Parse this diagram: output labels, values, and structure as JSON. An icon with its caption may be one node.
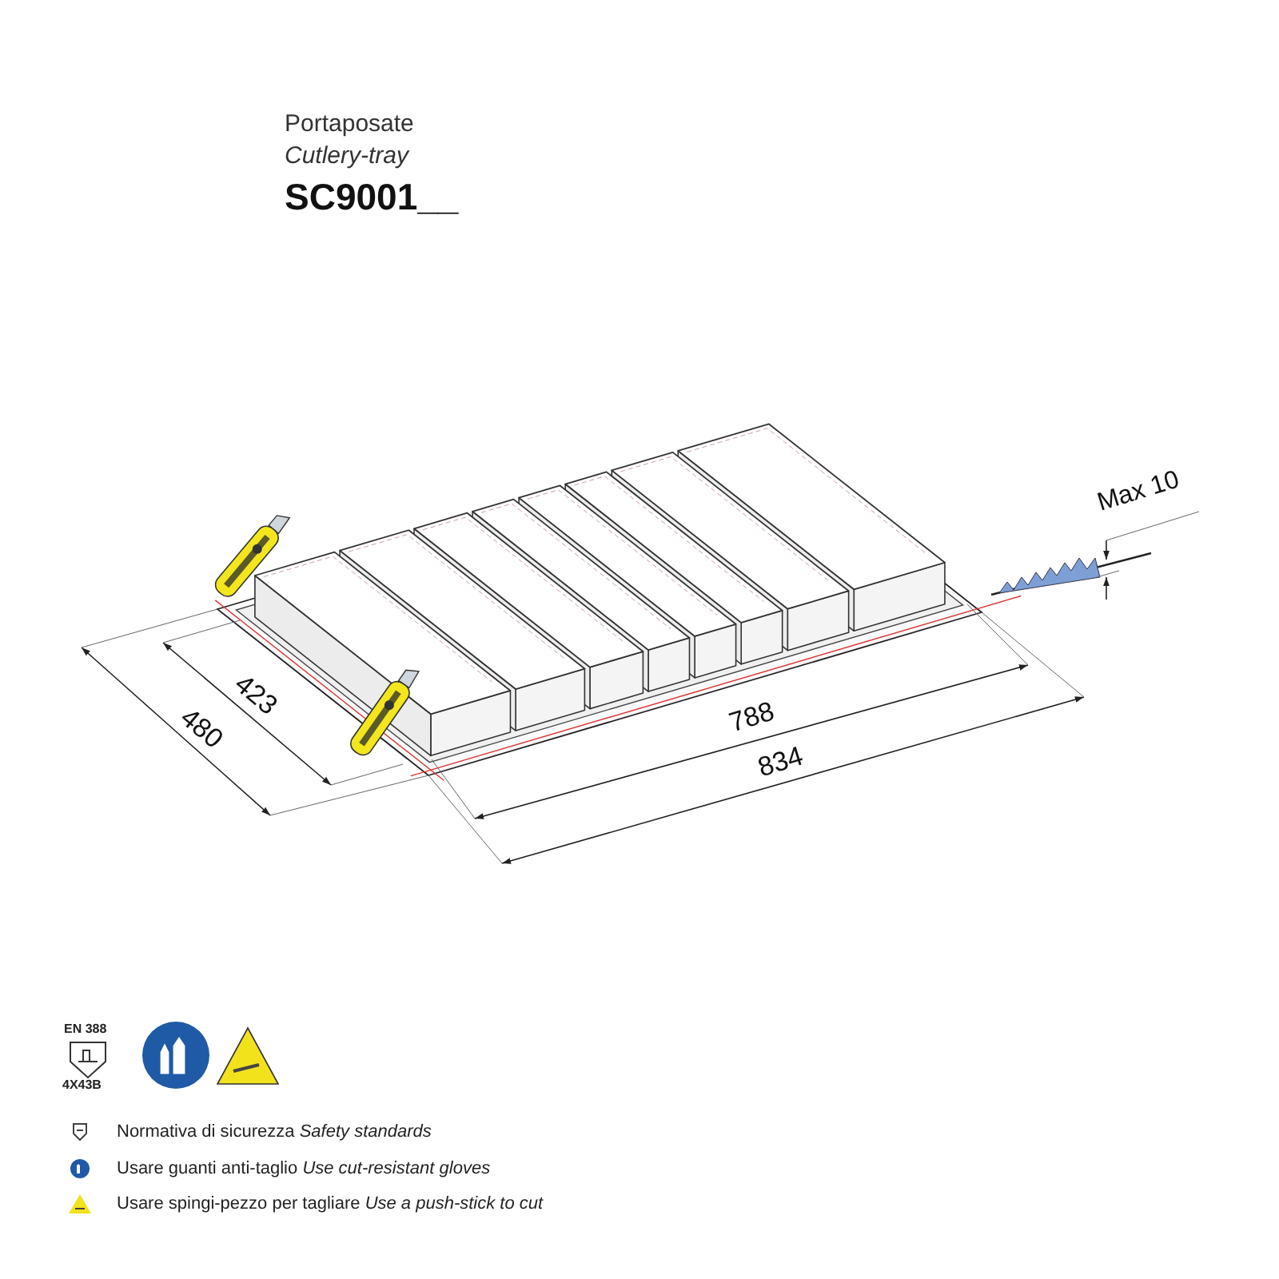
{
  "diagram": {
    "labels": [
      "Portaposate",
      "Cutlery-tray",
      "SC9001__",
      "Max 10",
      "423",
      "480",
      "788",
      "834",
      "EN 388",
      "4X43B"
    ],
    "legend": [
      {
        "text": "Normativa di sicurezza *Safety standards*"
      },
      {
        "text": "Usare guanti anti-taglio *Use cut-resistant gloves*"
      },
      {
        "text": "Usare spingi-pezzo per tagliare *Use a push-stick to cut*"
      }
    ]
  }
}
